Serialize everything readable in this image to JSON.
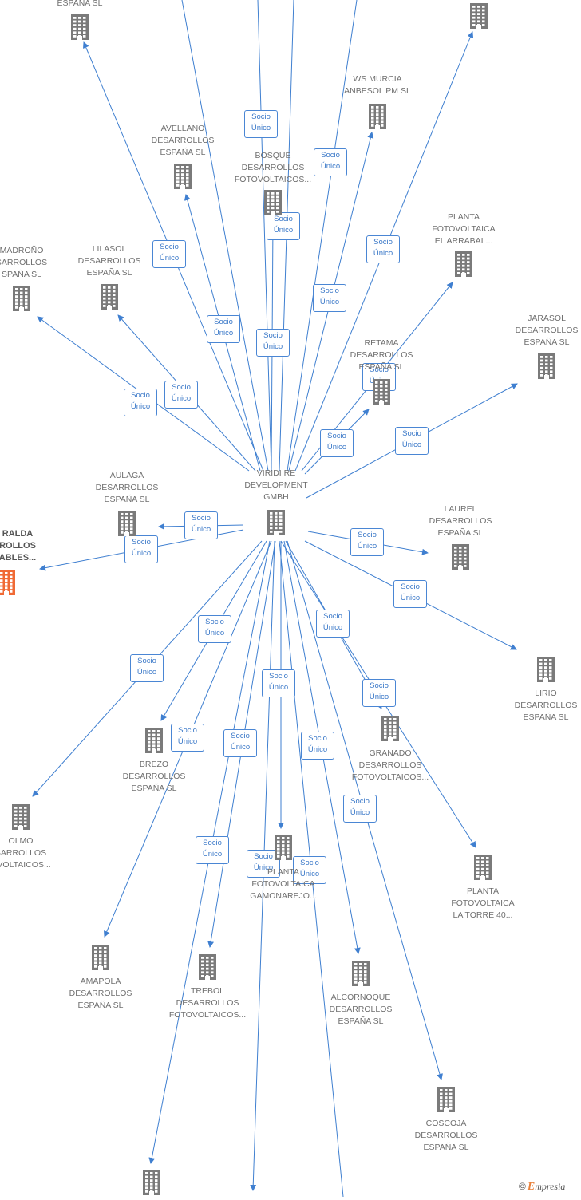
{
  "colors": {
    "edge": "#3f7fd0",
    "building": "#7a7a7a",
    "highlight": "#f06a35",
    "badge_border": "#4a86d4"
  },
  "center": {
    "id": "viridi",
    "label": "VIRIDI RE\nDEVELOPMENT\nGMBH"
  },
  "badge_text": {
    "line1": "Socio",
    "line2": "Único"
  },
  "brand": {
    "symbol": "©",
    "initial": "E",
    "rest": "mpresia"
  },
  "nodes": [
    {
      "id": "top-left-espana",
      "label": "ESPAÑA  SL",
      "icon": "building-icon"
    },
    {
      "id": "top-right",
      "label": "",
      "icon": "building-icon"
    },
    {
      "id": "ws-murcia",
      "label": "WS MURCIA\nANBESOL PM SL",
      "icon": "building-icon"
    },
    {
      "id": "avellano",
      "label": "AVELLANO\nDESARROLLOS\nESPAÑA  SL",
      "icon": "building-icon"
    },
    {
      "id": "bosque",
      "label": "BOSQUE\nDESARROLLOS\nFOTOVOLTAICOS...",
      "icon": "building-icon"
    },
    {
      "id": "planta-arrabal",
      "label": "PLANTA\nFOTOVOLTAICA\nEL ARRABAL...",
      "icon": "building-icon"
    },
    {
      "id": "madrono",
      "label": "MADROÑO\nSARROLLOS\nSPAÑA  SL",
      "icon": "building-icon"
    },
    {
      "id": "lilasol",
      "label": "LILASOL\nDESARROLLOS\nESPAÑA  SL",
      "icon": "building-icon"
    },
    {
      "id": "jarasol",
      "label": "JARASOL\nDESARROLLOS\nESPAÑA  SL",
      "icon": "building-icon"
    },
    {
      "id": "retama",
      "label": "RETAMA\nDESARROLLOS\nESPAÑA  SL",
      "icon": "building-icon"
    },
    {
      "id": "aulaga",
      "label": "AULAGA\nDESARROLLOS\nESPAÑA  SL",
      "icon": "building-icon"
    },
    {
      "id": "esmeralda",
      "label": "RALDA\nROLLOS\nABLES...",
      "icon": "building-icon"
    },
    {
      "id": "laurel",
      "label": "LAUREL\nDESARROLLOS\nESPAÑA  SL",
      "icon": "building-icon"
    },
    {
      "id": "lirio",
      "label": "LIRIO\nDESARROLLOS\nESPAÑA  SL",
      "icon": "building-icon"
    },
    {
      "id": "brezo",
      "label": "BREZO\nDESARROLLOS\nESPAÑA  SL",
      "icon": "building-icon"
    },
    {
      "id": "granado",
      "label": "GRANADO\nDESARROLLOS\nFOTOVOLTAICOS...",
      "icon": "building-icon"
    },
    {
      "id": "olmo",
      "label": "OLMO\nSARROLLOS\nOVOLTAICOS...",
      "icon": "building-icon"
    },
    {
      "id": "planta-gamonarejo",
      "label": "PLANTA\nFOTOVOLTAICA\nGAMONAREJO...",
      "icon": "building-icon"
    },
    {
      "id": "planta-torre",
      "label": "PLANTA\nFOTOVOLTAICA\nLA TORRE 40...",
      "icon": "building-icon"
    },
    {
      "id": "amapola",
      "label": "AMAPOLA\nDESARROLLOS\nESPAÑA  SL",
      "icon": "building-icon"
    },
    {
      "id": "trebol",
      "label": "TREBOL\nDESARROLLOS\nFOTOVOLTAICOS...",
      "icon": "building-icon"
    },
    {
      "id": "alcornoque",
      "label": "ALCORNOQUE\nDESARROLLOS\nESPAÑA  SL",
      "icon": "building-icon"
    },
    {
      "id": "coscoja",
      "label": "COSCOJA\nDESARROLLOS\nESPAÑA  SL",
      "icon": "building-icon"
    },
    {
      "id": "bottom-left",
      "label": "",
      "icon": "building-icon"
    }
  ]
}
